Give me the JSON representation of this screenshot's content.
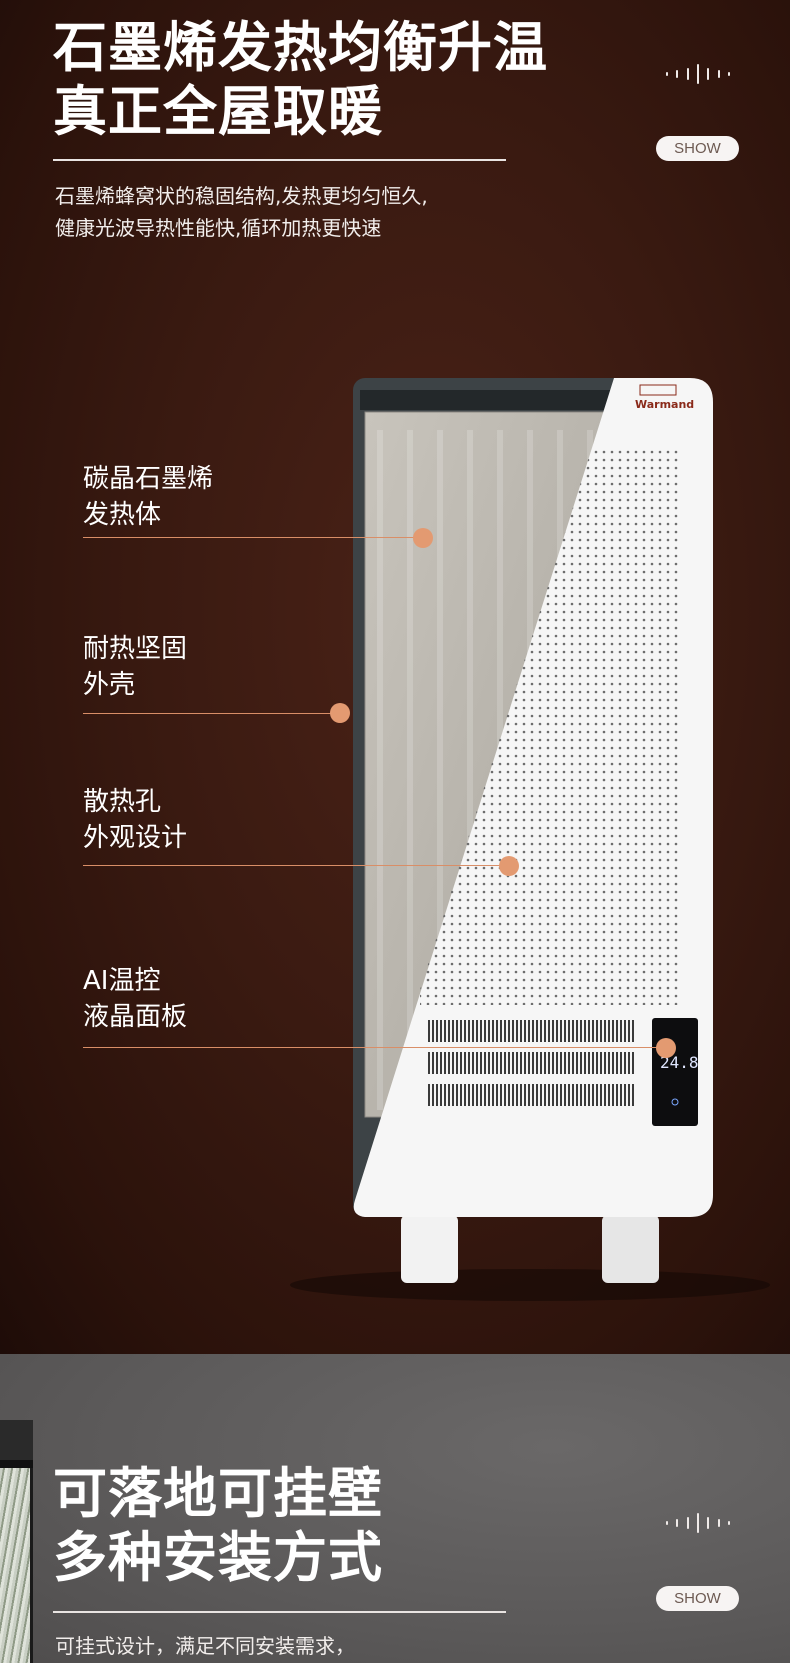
{
  "section1": {
    "title_lines": [
      "石墨烯发热均衡升温",
      "真正全屋取暖"
    ],
    "subtitle_lines": [
      "石墨烯蜂窝状的稳固结构,发热更均匀恒久,",
      "健康光波导热性能快,循环加热更快速"
    ],
    "show_label": "SHOW",
    "wave_icon": "sound-wave-icon",
    "brand_logo": "Warmand",
    "display_reading": "24.8",
    "features": [
      {
        "lines": [
          "碳晶石墨烯",
          "发热体"
        ]
      },
      {
        "lines": [
          "耐热坚固",
          "外壳"
        ]
      },
      {
        "lines": [
          "散热孔",
          "外观设计"
        ]
      },
      {
        "lines": [
          "AI温控",
          "液晶面板"
        ]
      }
    ],
    "accent_color": "#e39a71"
  },
  "section2": {
    "title_lines": [
      "可落地可挂壁",
      "多种安装方式"
    ],
    "subtitle_lines": [
      "可挂式设计，满足不同安装需求，"
    ],
    "show_label": "SHOW",
    "wave_icon": "sound-wave-icon"
  }
}
